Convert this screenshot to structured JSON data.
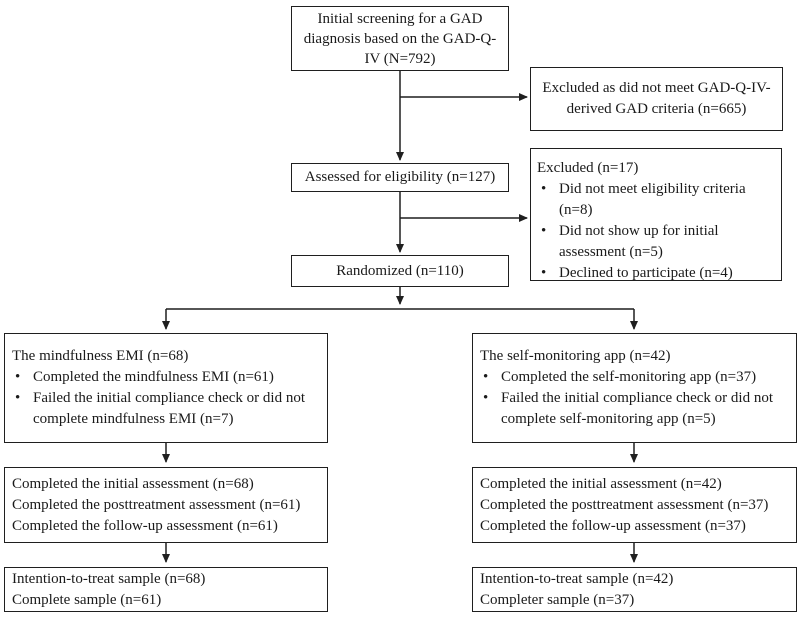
{
  "bullet_char": "•",
  "flowchart": {
    "initial_screening": {
      "lines": [
        "Initial screening for a GAD",
        "diagnosis based on the GAD-Q-",
        "IV (N=792)"
      ]
    },
    "excluded_gadqiv": {
      "lines": [
        "Excluded as did not meet GAD-Q-IV-",
        "derived GAD criteria (n=665)"
      ]
    },
    "assessed": {
      "text": "Assessed for eligibility (n=127)"
    },
    "excluded_eligibility": {
      "title": "Excluded (n=17)",
      "bullets": [
        "Did not meet eligibility criteria (n=8)",
        "Did not show up for initial assessment (n=5)",
        "Declined to participate (n=4)"
      ]
    },
    "randomized": {
      "text": "Randomized (n=110)"
    },
    "mindfulness_arm": {
      "title": "The mindfulness EMI (n=68)",
      "bullets": [
        "Completed the mindfulness EMI (n=61)",
        "Failed the initial compliance check or did not complete mindfulness EMI (n=7)"
      ]
    },
    "selfmonitoring_arm": {
      "title": "The self-monitoring app (n=42)",
      "bullets": [
        "Completed the self-monitoring app (n=37)",
        "Failed the initial compliance check or did not complete self-monitoring app (n=5)"
      ]
    },
    "mindfulness_assessments": {
      "lines": [
        "Completed the initial assessment (n=68)",
        "Completed the posttreatment assessment (n=61)",
        "Completed the follow-up assessment (n=61)"
      ]
    },
    "selfmonitoring_assessments": {
      "lines": [
        "Completed the initial assessment (n=42)",
        "Completed the posttreatment assessment (n=37)",
        "Completed the follow-up assessment (n=37)"
      ]
    },
    "mindfulness_samples": {
      "lines": [
        "Intention-to-treat sample (n=68)",
        "Complete sample (n=61)"
      ]
    },
    "selfmonitoring_samples": {
      "lines": [
        "Intention-to-treat sample (n=42)",
        "Completer sample (n=37)"
      ]
    }
  }
}
